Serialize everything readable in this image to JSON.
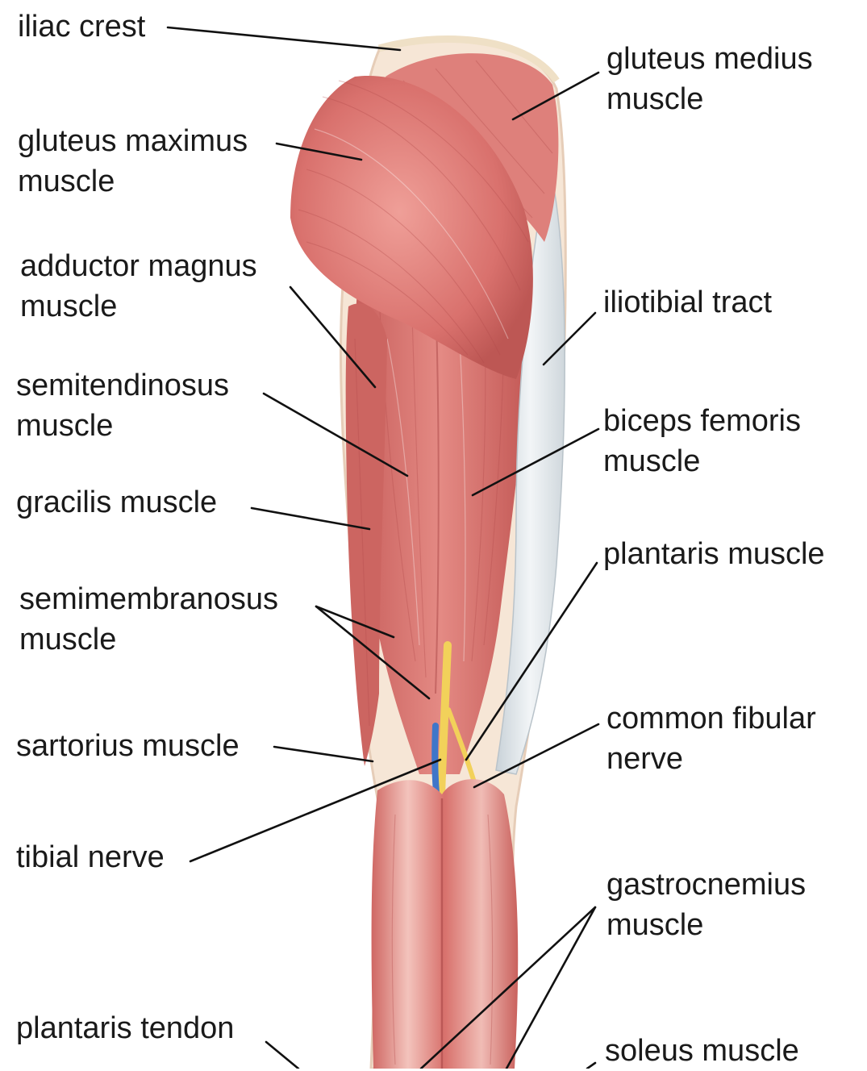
{
  "labels": {
    "iliac_crest": "iliac crest",
    "gluteus_maximus": [
      "gluteus maximus",
      "muscle"
    ],
    "adductor_magnus": [
      "adductor magnus",
      "muscle"
    ],
    "semitendinosus": [
      "semitendinosus",
      "muscle"
    ],
    "gracilis": "gracilis muscle",
    "semimembranosus": [
      "semimembranosus",
      "muscle"
    ],
    "sartorius": "sartorius muscle",
    "tibial_nerve": "tibial nerve",
    "plantaris_tendon": "plantaris tendon",
    "gluteus_medius": [
      "gluteus medius",
      "muscle"
    ],
    "iliotibial_tract": "iliotibial tract",
    "biceps_femoris": [
      "biceps femoris",
      "muscle"
    ],
    "plantaris_muscle": "plantaris muscle",
    "common_fibular": [
      "common fibular",
      "nerve"
    ],
    "gastrocnemius": [
      "gastrocnemius",
      "muscle"
    ],
    "soleus": "soleus muscle"
  },
  "colors": {
    "muscle": "#d9726f",
    "muscle_dark": "#b94e4e",
    "muscle_light": "#ee9d96",
    "tendon": "#dfe4e8",
    "fat": "#f3e2cf",
    "nerve": "#f2d15a",
    "vessel": "#3f76c9"
  }
}
